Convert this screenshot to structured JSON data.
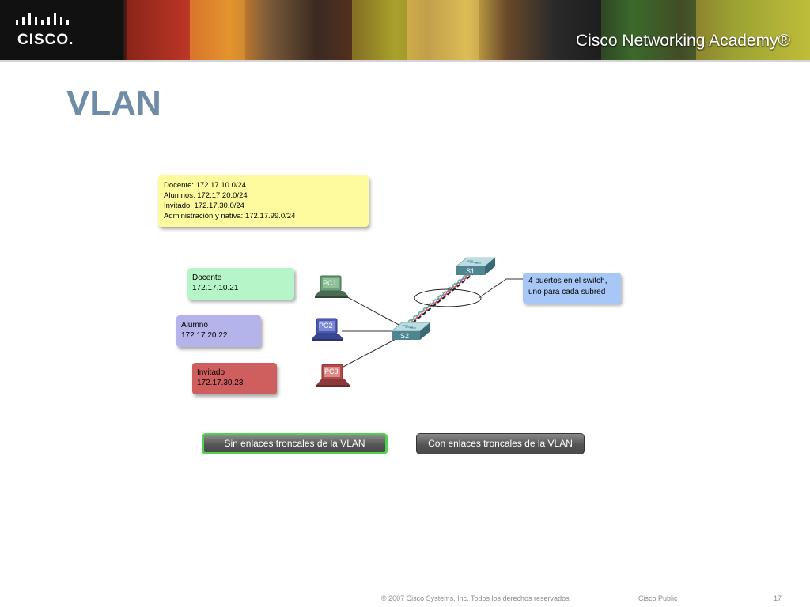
{
  "header": {
    "logo_text": "CISCO.",
    "academy_text": "Cisco Networking Academy®"
  },
  "title": "VLAN",
  "network_info": {
    "lines": [
      "Docente: 172.17.10.0/24",
      "Alumnos: 172.17.20.0/24",
      "Invitado: 172.17.30.0/24",
      "Administración y nativa: 172.17.99.0/24"
    ]
  },
  "vlans": [
    {
      "name": "Docente",
      "ip": "172.17.10.21",
      "color": "#b5f5c8",
      "pc": "PC1"
    },
    {
      "name": "Alumno",
      "ip": "172.17.20.22",
      "color": "#b4b4ea",
      "pc": "PC2"
    },
    {
      "name": "Invitado",
      "ip": "172.17.30.23",
      "color": "#cf5e5e",
      "pc": "PC3"
    }
  ],
  "switches": [
    "S1",
    "S2"
  ],
  "trunk_colors": [
    "#58c86a",
    "#7d78e0",
    "#d9534f",
    "#222222"
  ],
  "callout": {
    "line1": "4 puertos en el switch,",
    "line2": "uno para cada subred"
  },
  "buttons": {
    "sin": "Sin enlaces troncales de la VLAN",
    "con": "Con enlaces troncales de la VLAN"
  },
  "footer": {
    "copyright": "© 2007 Cisco Systems, Inc. Todos los derechos reservados.",
    "classification": "Cisco Public",
    "page": "17"
  },
  "colors": {
    "title": "#6e8ca8",
    "active_button_border": "#4cd44c"
  }
}
